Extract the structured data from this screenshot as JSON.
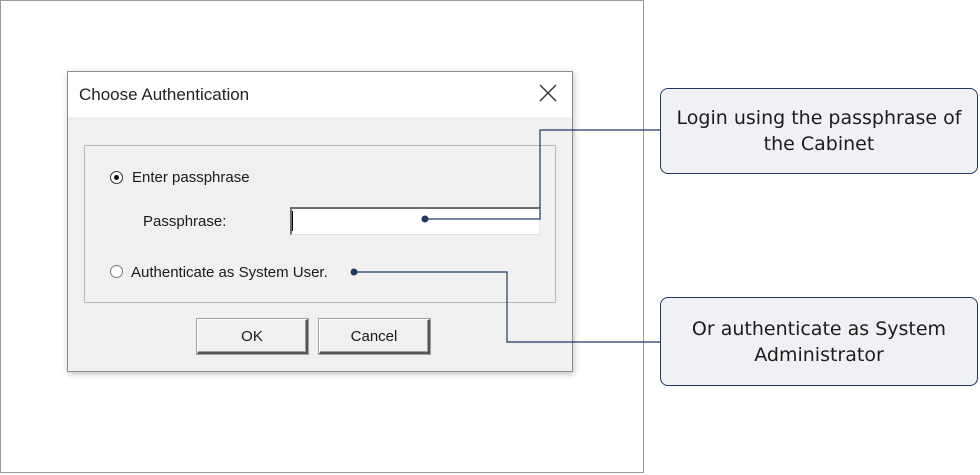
{
  "dialog": {
    "title": "Choose Authentication",
    "close_icon": "close-icon",
    "options": {
      "passphrase": {
        "label": "Enter passphrase",
        "selected": true
      },
      "system_user": {
        "label": "Authenticate as System User.",
        "selected": false
      }
    },
    "passphrase_field": {
      "label": "Passphrase:",
      "value": ""
    },
    "buttons": {
      "ok": "OK",
      "cancel": "Cancel"
    }
  },
  "annotations": {
    "passphrase_note": "Login using the passphrase of the Cabinet",
    "system_note": "Or authenticate as System Administrator"
  },
  "colors": {
    "callout_border": "#1f3a63",
    "callout_fill": "#f0f1f4",
    "leader_line": "#1f3a63"
  }
}
